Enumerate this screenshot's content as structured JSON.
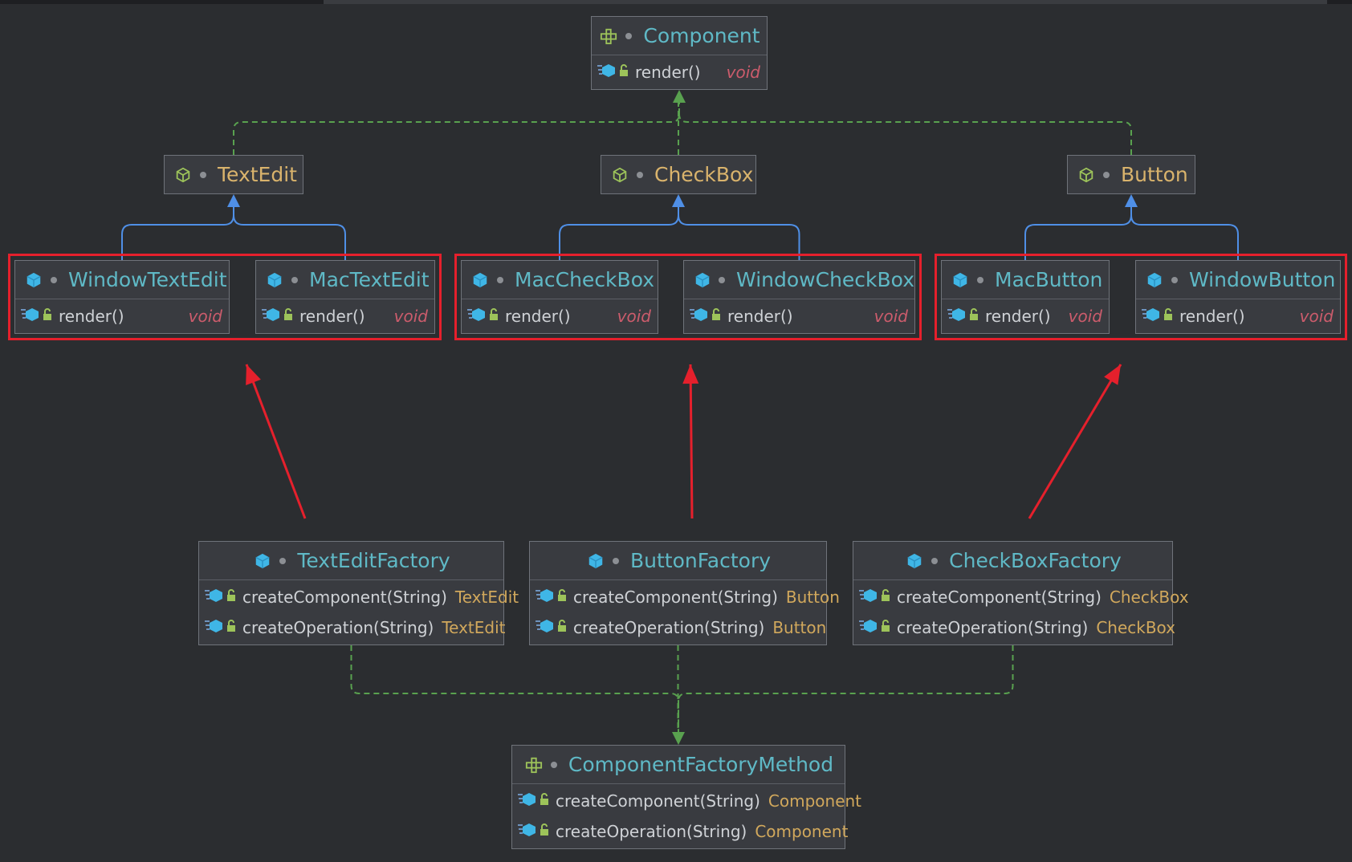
{
  "diagram": {
    "nodes": [
      {
        "id": "component",
        "title": "Component",
        "kind": "interface",
        "members": [
          {
            "name": "render()",
            "type": "void"
          }
        ]
      },
      {
        "id": "textedit",
        "title": "TextEdit",
        "kind": "abstract",
        "members": []
      },
      {
        "id": "checkbox",
        "title": "CheckBox",
        "kind": "abstract",
        "members": []
      },
      {
        "id": "button",
        "title": "Button",
        "kind": "abstract",
        "members": []
      },
      {
        "id": "windowtextedit",
        "title": "WindowTextEdit",
        "kind": "class",
        "members": [
          {
            "name": "render()",
            "type": "void"
          }
        ]
      },
      {
        "id": "mactextedit",
        "title": "MacTextEdit",
        "kind": "class",
        "members": [
          {
            "name": "render()",
            "type": "void"
          }
        ]
      },
      {
        "id": "maccheckbox",
        "title": "MacCheckBox",
        "kind": "class",
        "members": [
          {
            "name": "render()",
            "type": "void"
          }
        ]
      },
      {
        "id": "windowcheckbox",
        "title": "WindowCheckBox",
        "kind": "class",
        "members": [
          {
            "name": "render()",
            "type": "void"
          }
        ]
      },
      {
        "id": "macbutton",
        "title": "MacButton",
        "kind": "class",
        "members": [
          {
            "name": "render()",
            "type": "void"
          }
        ]
      },
      {
        "id": "windowbutton",
        "title": "WindowButton",
        "kind": "class",
        "members": [
          {
            "name": "render()",
            "type": "void"
          }
        ]
      },
      {
        "id": "texteditfactory",
        "title": "TextEditFactory",
        "kind": "class",
        "members": [
          {
            "name": "createComponent(String)",
            "type": "TextEdit"
          },
          {
            "name": "createOperation(String)",
            "type": "TextEdit"
          }
        ]
      },
      {
        "id": "buttonfactory",
        "title": "ButtonFactory",
        "kind": "class",
        "members": [
          {
            "name": "createComponent(String)",
            "type": "Button"
          },
          {
            "name": "createOperation(String)",
            "type": "Button"
          }
        ]
      },
      {
        "id": "checkboxfactory",
        "title": "CheckBoxFactory",
        "kind": "class",
        "members": [
          {
            "name": "createComponent(String)",
            "type": "CheckBox"
          },
          {
            "name": "createOperation(String)",
            "type": "CheckBox"
          }
        ]
      },
      {
        "id": "componentfactorymethod",
        "title": "ComponentFactoryMethod",
        "kind": "interface",
        "members": [
          {
            "name": "createComponent(String)",
            "type": "Component"
          },
          {
            "name": "createOperation(String)",
            "type": "Component"
          }
        ]
      }
    ],
    "colors": {
      "background": "#2b2d30",
      "node_fill": "#393b40",
      "class_title": "#5fb9c6",
      "abstract_title": "#d9b36c",
      "return_type": "#d1a85c",
      "void_type": "#cc5c6c",
      "implements_edge": "#59a14f",
      "extends_edge": "#4f8fe6",
      "highlight": "#e5202c"
    },
    "icons": {
      "interface": "interface-icon",
      "abstract": "abstract-class-icon",
      "class": "class-icon",
      "method": "method-icon",
      "public": "public-lock-icon"
    }
  }
}
